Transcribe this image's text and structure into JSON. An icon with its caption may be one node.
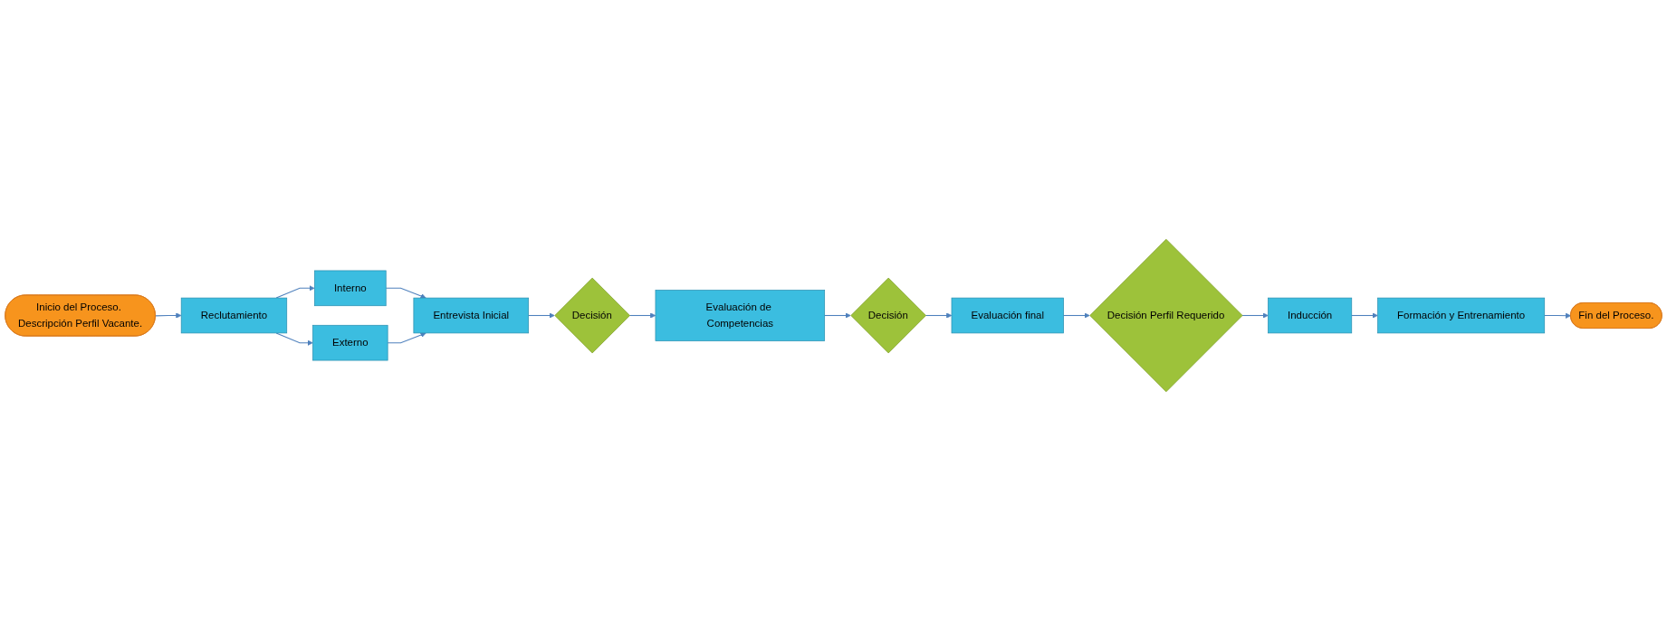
{
  "diagram": {
    "nodes": [
      {
        "text": [
          "Inicio del Proceso. Descripción Perfil Vacante."
        ]
      },
      {
        "text": [
          "Reclutamiento"
        ]
      },
      {
        "text": [
          "Interno"
        ]
      },
      {
        "text": [
          "Externo"
        ]
      },
      {
        "text": [
          "Entrevista Inicial"
        ]
      },
      {
        "text": [
          "Decisión"
        ]
      },
      {
        "text": [
          "Evaluación de Competencias"
        ]
      },
      {
        "text": [
          "Decisión"
        ]
      },
      {
        "text": [
          "Evaluación final"
        ]
      },
      {
        "text": [
          "Decisión Perfil Requerido"
        ]
      },
      {
        "text": [
          "Inducción"
        ]
      },
      {
        "text": [
          "Formación y Entrenamiento"
        ]
      },
      {
        "text": [
          "Fin del Proceso."
        ]
      }
    ],
    "edges": [
      {
        "from": 0,
        "to": 1,
        "arrow": "to"
      },
      {
        "from": 1,
        "to": 2,
        "arrow": "to"
      },
      {
        "from": 1,
        "to": 3,
        "arrow": "to"
      },
      {
        "from": 2,
        "to": 4,
        "arrow": "to"
      },
      {
        "from": 3,
        "to": 4,
        "arrow": "to"
      },
      {
        "from": 4,
        "to": 5,
        "arrow": "to"
      },
      {
        "from": 5,
        "to": 6,
        "arrow": "to"
      },
      {
        "from": 6,
        "to": 7,
        "arrow": "to"
      },
      {
        "from": 7,
        "to": 8,
        "arrow": "to"
      },
      {
        "from": 8,
        "to": 9,
        "arrow": "to"
      },
      {
        "from": 9,
        "to": 10,
        "arrow": "to"
      },
      {
        "from": 10,
        "to": 11,
        "arrow": "to"
      },
      {
        "from": 11,
        "to": 12,
        "arrow": "to"
      }
    ]
  }
}
